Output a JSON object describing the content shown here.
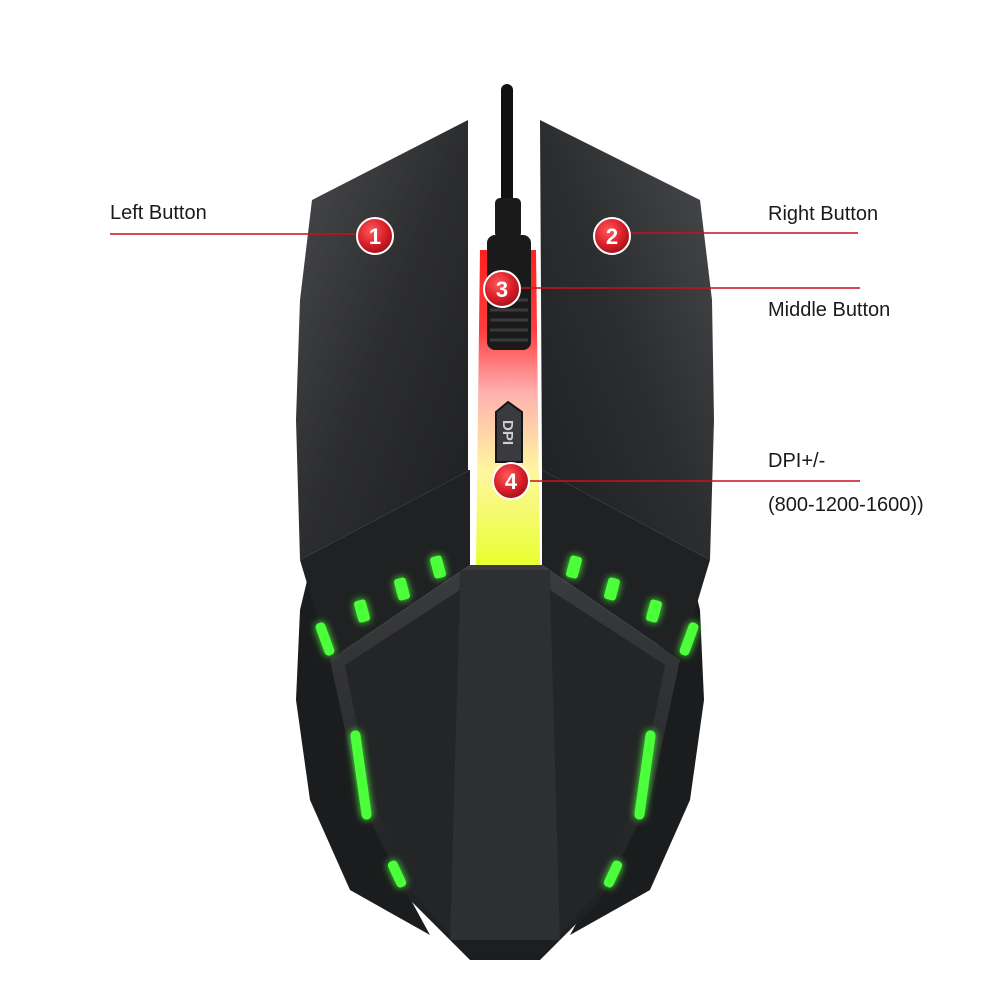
{
  "callouts": {
    "left_button": {
      "number": "1",
      "label": "Left Button"
    },
    "right_button": {
      "number": "2",
      "label": "Right Button"
    },
    "middle_button": {
      "number": "3",
      "label": "Middle Button"
    },
    "dpi": {
      "number": "4",
      "label": "DPI+/-",
      "sublabel": "(800-1200-1600))"
    }
  },
  "dpi_key": {
    "text": "DPI"
  },
  "colors": {
    "callout_red": "#c8101e",
    "badge_red": "#d81e28",
    "mouse_body": "#2b2c2e",
    "led_green": "#4cff3a",
    "led_red": "#ff2a2a"
  },
  "icons": {
    "product": "gaming-mouse-illustration"
  }
}
